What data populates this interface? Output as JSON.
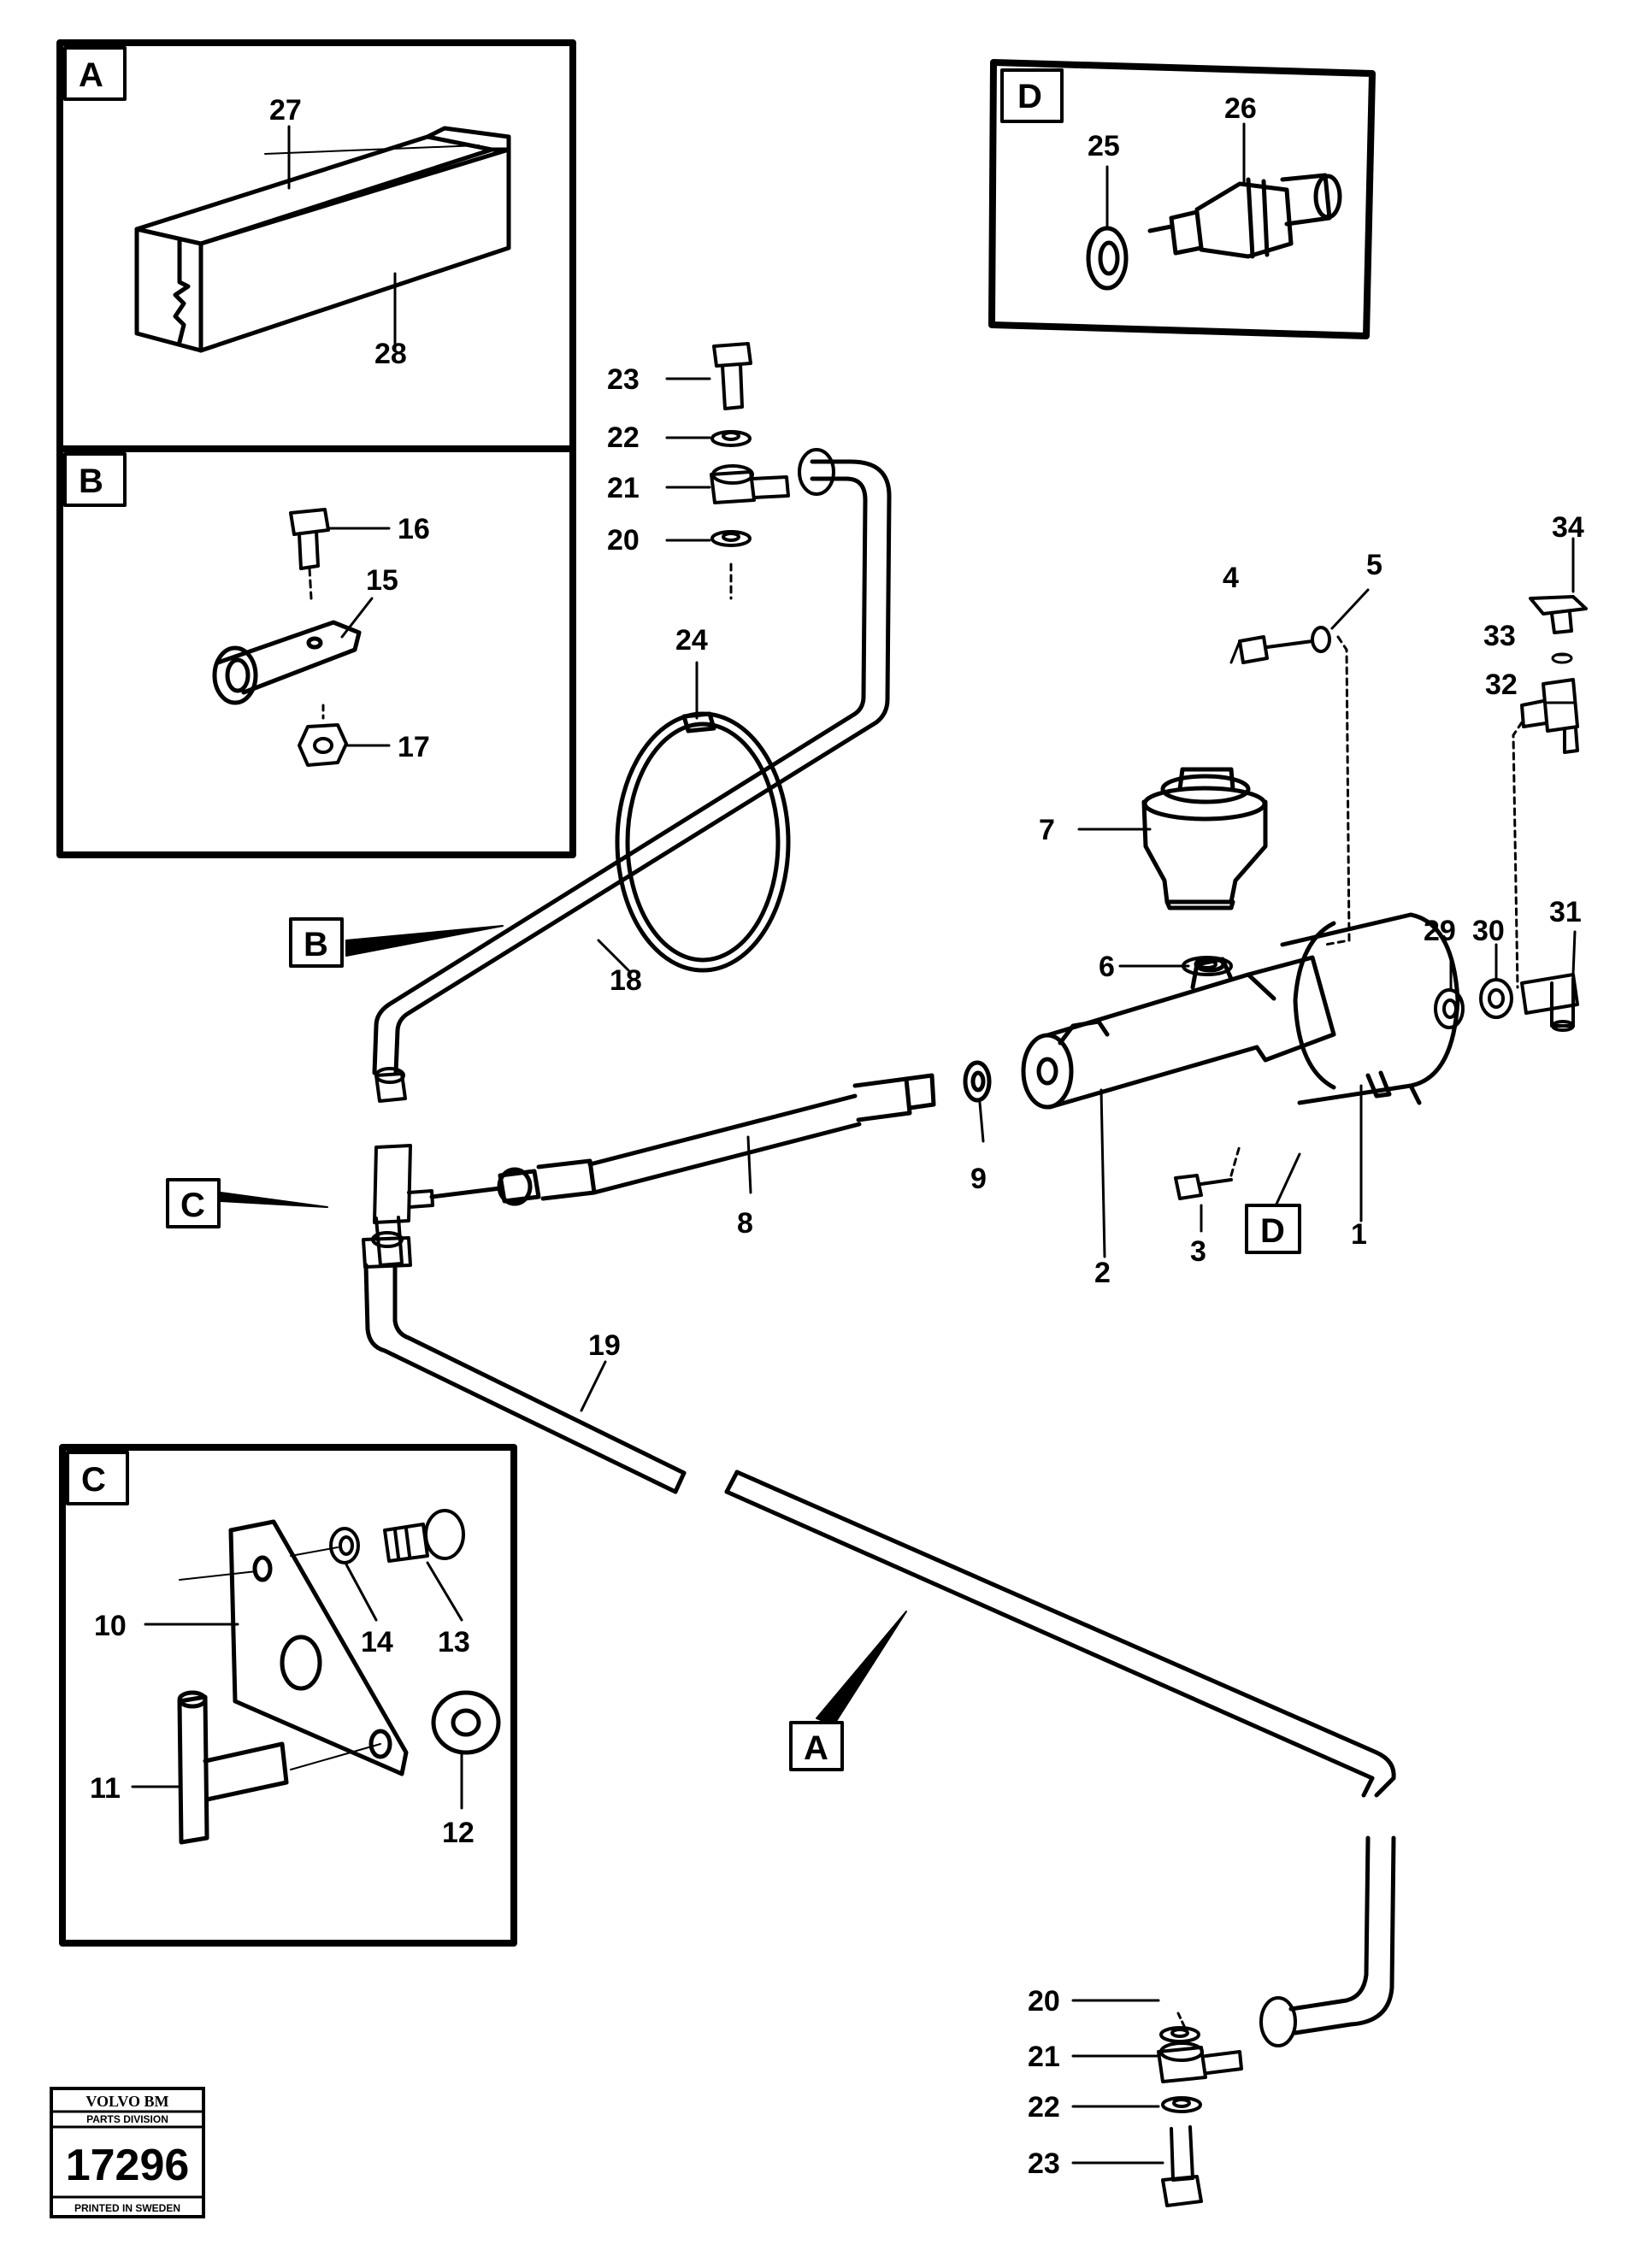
{
  "page": {
    "background": "#ffffff",
    "line_color": "#000000"
  },
  "insets": [
    {
      "id": "A",
      "letter": "A"
    },
    {
      "id": "B",
      "letter": "B"
    },
    {
      "id": "C",
      "letter": "C"
    },
    {
      "id": "D",
      "letter": "D"
    }
  ],
  "pointers": [
    {
      "id": "A",
      "letter": "A"
    },
    {
      "id": "B",
      "letter": "B"
    },
    {
      "id": "C",
      "letter": "C"
    },
    {
      "id": "D",
      "letter": "D"
    }
  ],
  "part_numbers": {
    "p1": "1",
    "p2": "2",
    "p3": "3",
    "p4": "4",
    "p5": "5",
    "p6": "6",
    "p7": "7",
    "p8": "8",
    "p9": "9",
    "p10": "10",
    "p11": "11",
    "p12": "12",
    "p13": "13",
    "p14": "14",
    "p15": "15",
    "p16": "16",
    "p17": "17",
    "p18": "18",
    "p19": "19",
    "p20_top": "20",
    "p20_bottom": "20",
    "p21_top": "21",
    "p21_bottom": "21",
    "p22_top": "22",
    "p22_bottom": "22",
    "p23_top": "23",
    "p23_bottom": "23",
    "p24": "24",
    "p25": "25",
    "p26": "26",
    "p27": "27",
    "p28": "28",
    "p29": "29",
    "p30": "30",
    "p31": "31",
    "p32": "32",
    "p33": "33",
    "p34": "34"
  },
  "stamp": {
    "brand": "VOLVO BM",
    "division": "PARTS DIVISION",
    "number": "17296",
    "printed": "PRINTED IN SWEDEN"
  }
}
